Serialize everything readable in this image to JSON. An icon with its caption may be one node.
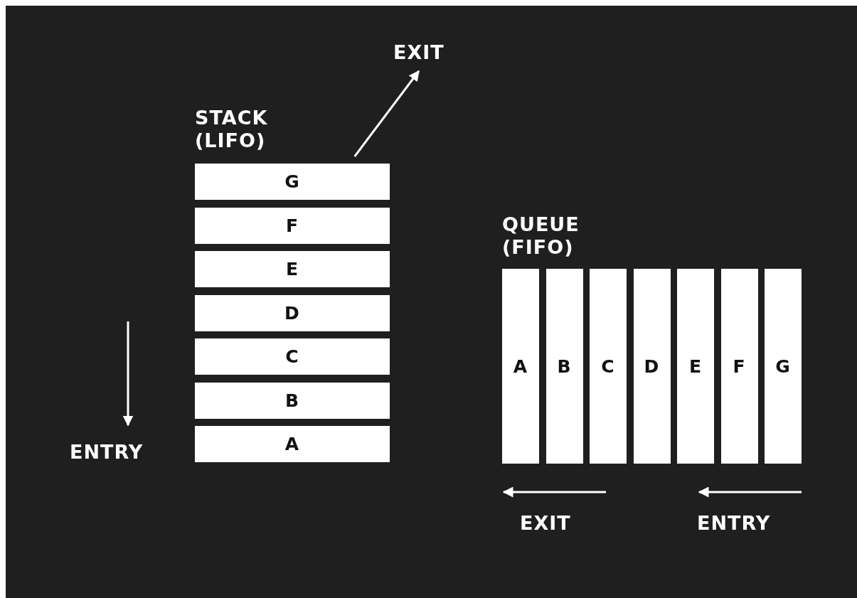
{
  "diagram": {
    "nodes": [
      {
        "text": [
          "EXIT"
        ]
      },
      {
        "text": [
          "G"
        ]
      },
      {
        "text": [
          "F"
        ]
      },
      {
        "text": [
          "E"
        ]
      },
      {
        "text": [
          "D"
        ]
      },
      {
        "text": [
          "C"
        ]
      },
      {
        "text": [
          "B"
        ]
      },
      {
        "text": [
          "A"
        ]
      },
      {
        "text": [
          "ENTRY"
        ]
      },
      {
        "text": [
          "A"
        ]
      },
      {
        "text": [
          "B"
        ]
      },
      {
        "text": [
          "C"
        ]
      },
      {
        "text": [
          "D"
        ]
      },
      {
        "text": [
          "E"
        ]
      },
      {
        "text": [
          "F"
        ]
      },
      {
        "text": [
          "G"
        ]
      }
    ],
    "edges": [
      {
        "from": 1,
        "to": 0,
        "arrow": "to"
      },
      {
        "from": null,
        "to": 8,
        "arrow": "to"
      }
    ],
    "labels": [
      "STACK (LIFO)",
      "QUEUE (FIFO)",
      "EXIT",
      "ENTRY"
    ]
  }
}
